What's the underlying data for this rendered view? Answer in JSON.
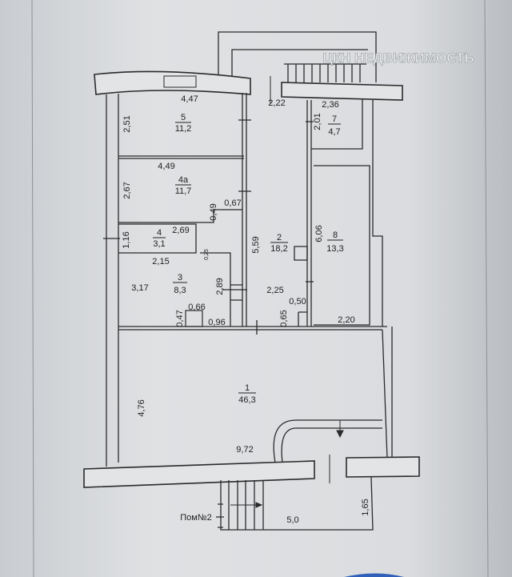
{
  "watermark": "ЦКН НЕДВИЖИМОСТЬ",
  "rooms": [
    {
      "number": "1",
      "area": "46,3"
    },
    {
      "number": "2",
      "area": "18,2"
    },
    {
      "number": "3",
      "area": "8,3"
    },
    {
      "number": "4",
      "area": "3,1"
    },
    {
      "number": "4а",
      "area": "11,7"
    },
    {
      "number": "5",
      "area": "11,2"
    },
    {
      "number": "7",
      "area": "4,7"
    },
    {
      "number": "8",
      "area": "13,3"
    }
  ],
  "dimensions": {
    "d447": "4,47",
    "d222": "2,22",
    "d236": "2,36",
    "d251": "2,51",
    "d201": "2,01",
    "d449": "4,49",
    "d267": "2,67",
    "d067": "0,67",
    "d049": "0,49",
    "d116": "1,16",
    "d269": "2,69",
    "d025": "0,25",
    "d215": "2,15",
    "d317": "3,17",
    "d289": "2,89",
    "d066": "0,66",
    "d047": "0,47",
    "d096": "0,96",
    "d559": "5,59",
    "d225": "2,25",
    "d050": "0,50",
    "d065": "0,65",
    "d606": "6,06",
    "d220": "2,20",
    "d476": "4,76",
    "d972": "9,72",
    "d50": "5,0",
    "d165": "1,65"
  },
  "stair_label": "Пом№2"
}
